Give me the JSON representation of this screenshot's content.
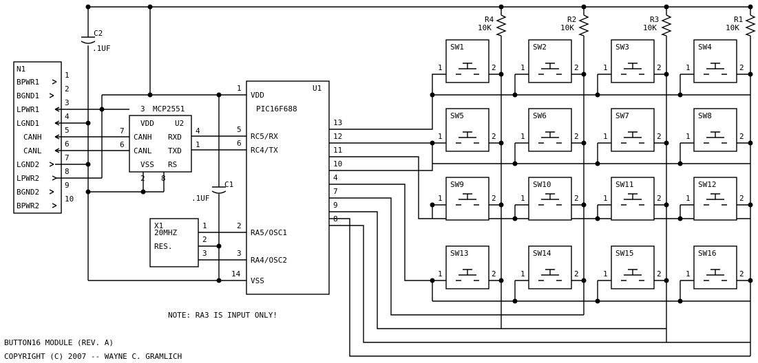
{
  "footer": {
    "title": "BUTTON16 MODULE (REV. A)",
    "copyright": "COPYRIGHT (C) 2007 -- WAYNE C. GRAMLICH",
    "note": "NOTE: RA3 IS INPUT ONLY!"
  },
  "connector": {
    "ref": "N1",
    "pins": [
      {
        "num": "1",
        "label": "BPWR1"
      },
      {
        "num": "2",
        "label": "BGND1"
      },
      {
        "num": "3",
        "label": "LPWR1"
      },
      {
        "num": "4",
        "label": "LGND1"
      },
      {
        "num": "5",
        "label": "CANH"
      },
      {
        "num": "6",
        "label": "CANL"
      },
      {
        "num": "7",
        "label": "LGND2"
      },
      {
        "num": "8",
        "label": "LPWR2"
      },
      {
        "num": "9",
        "label": "BGND2"
      },
      {
        "num": "10",
        "label": "BPWR2"
      }
    ]
  },
  "c1": {
    "ref": "C1",
    "value": ".1UF"
  },
  "c2": {
    "ref": "C2",
    "value": ".1UF"
  },
  "u2": {
    "ref": "U2",
    "part": "MCP2551",
    "pins": {
      "vdd": "VDD",
      "canh": "CANH",
      "canl": "CANL",
      "vss": "VSS",
      "rxd": "RXD",
      "txd": "TXD",
      "rs": "RS"
    },
    "nums": {
      "vdd": "3",
      "canh": "7",
      "canl": "6",
      "rxd": "4",
      "txd": "1",
      "vss": "2",
      "rs": "8"
    }
  },
  "u1": {
    "ref": "U1",
    "part": "PIC16F688",
    "pins": {
      "vdd": "VDD",
      "rc5": "RC5/RX",
      "rc4": "RC4/TX",
      "ra5": "RA5/OSC1",
      "ra4": "RA4/OSC2",
      "vss": "VSS"
    },
    "nums": {
      "vdd": "1",
      "rc5": "5",
      "rc4": "6",
      "ra5": "2",
      "ra4": "3",
      "vss": "14"
    },
    "right_pins": [
      "13",
      "12",
      "11",
      "10",
      "4",
      "7",
      "9",
      "8"
    ]
  },
  "x1": {
    "ref": "X1",
    "value": "20MHZ",
    "type": "RES.",
    "pins": [
      "1",
      "2",
      "3"
    ]
  },
  "resistors": [
    {
      "ref": "R4",
      "value": "10K"
    },
    {
      "ref": "R2",
      "value": "10K"
    },
    {
      "ref": "R3",
      "value": "10K"
    },
    {
      "ref": "R1",
      "value": "10K"
    }
  ],
  "switches": [
    "SW1",
    "SW2",
    "SW3",
    "SW4",
    "SW5",
    "SW6",
    "SW7",
    "SW8",
    "SW9",
    "SW10",
    "SW11",
    "SW12",
    "SW13",
    "SW14",
    "SW15",
    "SW16"
  ],
  "switch_pins": [
    "1",
    "2"
  ]
}
